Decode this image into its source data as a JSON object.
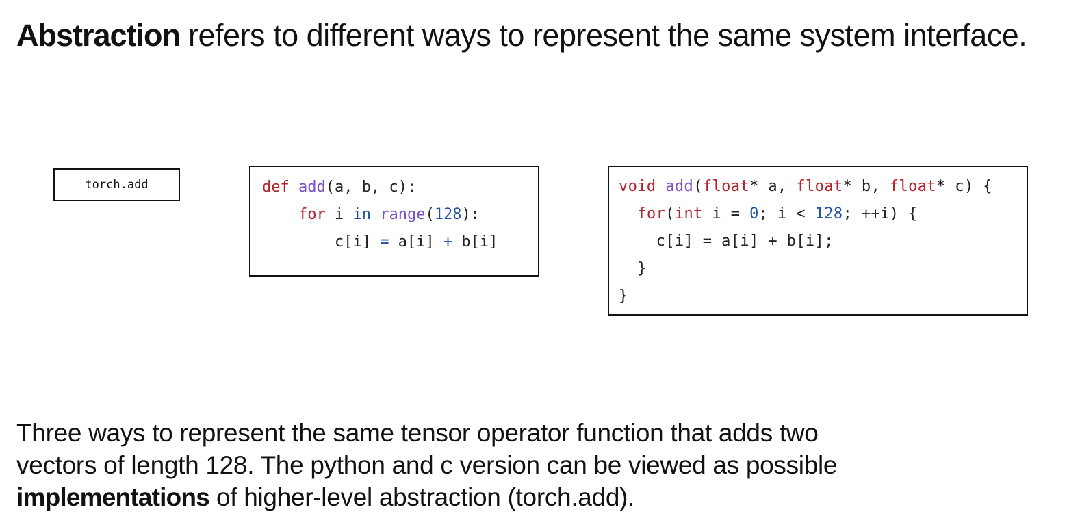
{
  "heading": {
    "bold": "Abstraction",
    "rest": " refers to different ways to represent the same system interface."
  },
  "torch_box": {
    "label": "torch.add"
  },
  "python_code": {
    "line1": [
      {
        "t": "def",
        "c": "kw"
      },
      {
        "t": " ",
        "c": ""
      },
      {
        "t": "add",
        "c": "fn"
      },
      {
        "t": "(a, b, c):",
        "c": ""
      }
    ],
    "line2": [
      {
        "t": "    ",
        "c": ""
      },
      {
        "t": "for",
        "c": "kw"
      },
      {
        "t": " i ",
        "c": ""
      },
      {
        "t": "in",
        "c": "bl"
      },
      {
        "t": " ",
        "c": ""
      },
      {
        "t": "range",
        "c": "fn"
      },
      {
        "t": "(",
        "c": ""
      },
      {
        "t": "128",
        "c": "bl"
      },
      {
        "t": "):",
        "c": ""
      }
    ],
    "line3": [
      {
        "t": "        c[i] ",
        "c": ""
      },
      {
        "t": "=",
        "c": "bl"
      },
      {
        "t": " a[i] ",
        "c": ""
      },
      {
        "t": "+",
        "c": "bl"
      },
      {
        "t": " b[i]",
        "c": ""
      }
    ]
  },
  "c_code": {
    "line1": [
      {
        "t": "void",
        "c": "kw"
      },
      {
        "t": " ",
        "c": ""
      },
      {
        "t": "add",
        "c": "fn"
      },
      {
        "t": "(",
        "c": ""
      },
      {
        "t": "float",
        "c": "kw"
      },
      {
        "t": "* a, ",
        "c": ""
      },
      {
        "t": "float",
        "c": "kw"
      },
      {
        "t": "* b, ",
        "c": ""
      },
      {
        "t": "float",
        "c": "kw"
      },
      {
        "t": "* c) {",
        "c": ""
      }
    ],
    "line2": [
      {
        "t": "  ",
        "c": ""
      },
      {
        "t": "for",
        "c": "kw"
      },
      {
        "t": "(",
        "c": ""
      },
      {
        "t": "int",
        "c": "kw"
      },
      {
        "t": " i = ",
        "c": ""
      },
      {
        "t": "0",
        "c": "bl"
      },
      {
        "t": "; i < ",
        "c": ""
      },
      {
        "t": "128",
        "c": "bl"
      },
      {
        "t": "; ++i) {",
        "c": ""
      }
    ],
    "line3": [
      {
        "t": "    c[i] = a[i] + b[i];",
        "c": ""
      }
    ],
    "line4": [
      {
        "t": "  }",
        "c": ""
      }
    ],
    "line5": [
      {
        "t": "}",
        "c": ""
      }
    ]
  },
  "caption": {
    "line1": "Three ways to represent the same tensor operator function that adds two",
    "line2": "vectors of length 128. The python and c version can be viewed as possible",
    "line3_bold": "implementations",
    "line3_rest": " of higher-level abstraction (torch.add)."
  },
  "colors": {
    "keyword": "#b5242b",
    "function": "#7b4fc9",
    "literal": "#2352a8"
  }
}
